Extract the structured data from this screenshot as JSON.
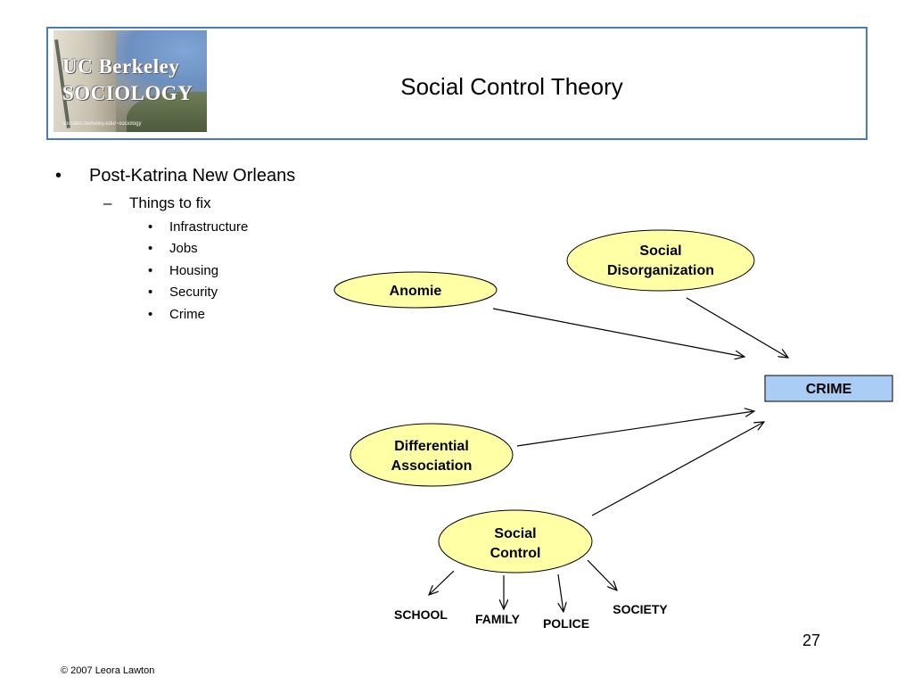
{
  "header": {
    "title": "Social Control Theory",
    "logo_line1": "UC Berkeley",
    "logo_line2": "SOCIOLOGY",
    "logo_fine": "socrates.berkeley.edu/~sociology"
  },
  "bullets": {
    "level1": {
      "marker": "•",
      "text": "Post-Katrina New Orleans"
    },
    "level2": {
      "marker": "–",
      "text": "Things to fix"
    },
    "level3": [
      {
        "marker": "•",
        "text": "Infrastructure"
      },
      {
        "marker": "•",
        "text": "Jobs"
      },
      {
        "marker": "•",
        "text": "Housing"
      },
      {
        "marker": "•",
        "text": "Security"
      },
      {
        "marker": "•",
        "text": "Crime"
      }
    ]
  },
  "diagram": {
    "nodes": {
      "anomie": {
        "lines": [
          "Anomie"
        ]
      },
      "social_disorganization": {
        "lines": [
          "Social",
          "Disorganization"
        ]
      },
      "differential_association": {
        "lines": [
          "Differential",
          "Association"
        ]
      },
      "social_control": {
        "lines": [
          "Social",
          "Control"
        ]
      },
      "crime": {
        "lines": [
          "CRIME"
        ]
      }
    },
    "outputs": [
      "SCHOOL",
      "FAMILY",
      "POLICE",
      "SOCIETY"
    ],
    "colors": {
      "ellipse_fill": "#ffffa6",
      "crime_fill": "#a9cdf5",
      "header_border": "#4a7db8"
    }
  },
  "page_number": "27",
  "footer": "© 2007 Leora Lawton"
}
